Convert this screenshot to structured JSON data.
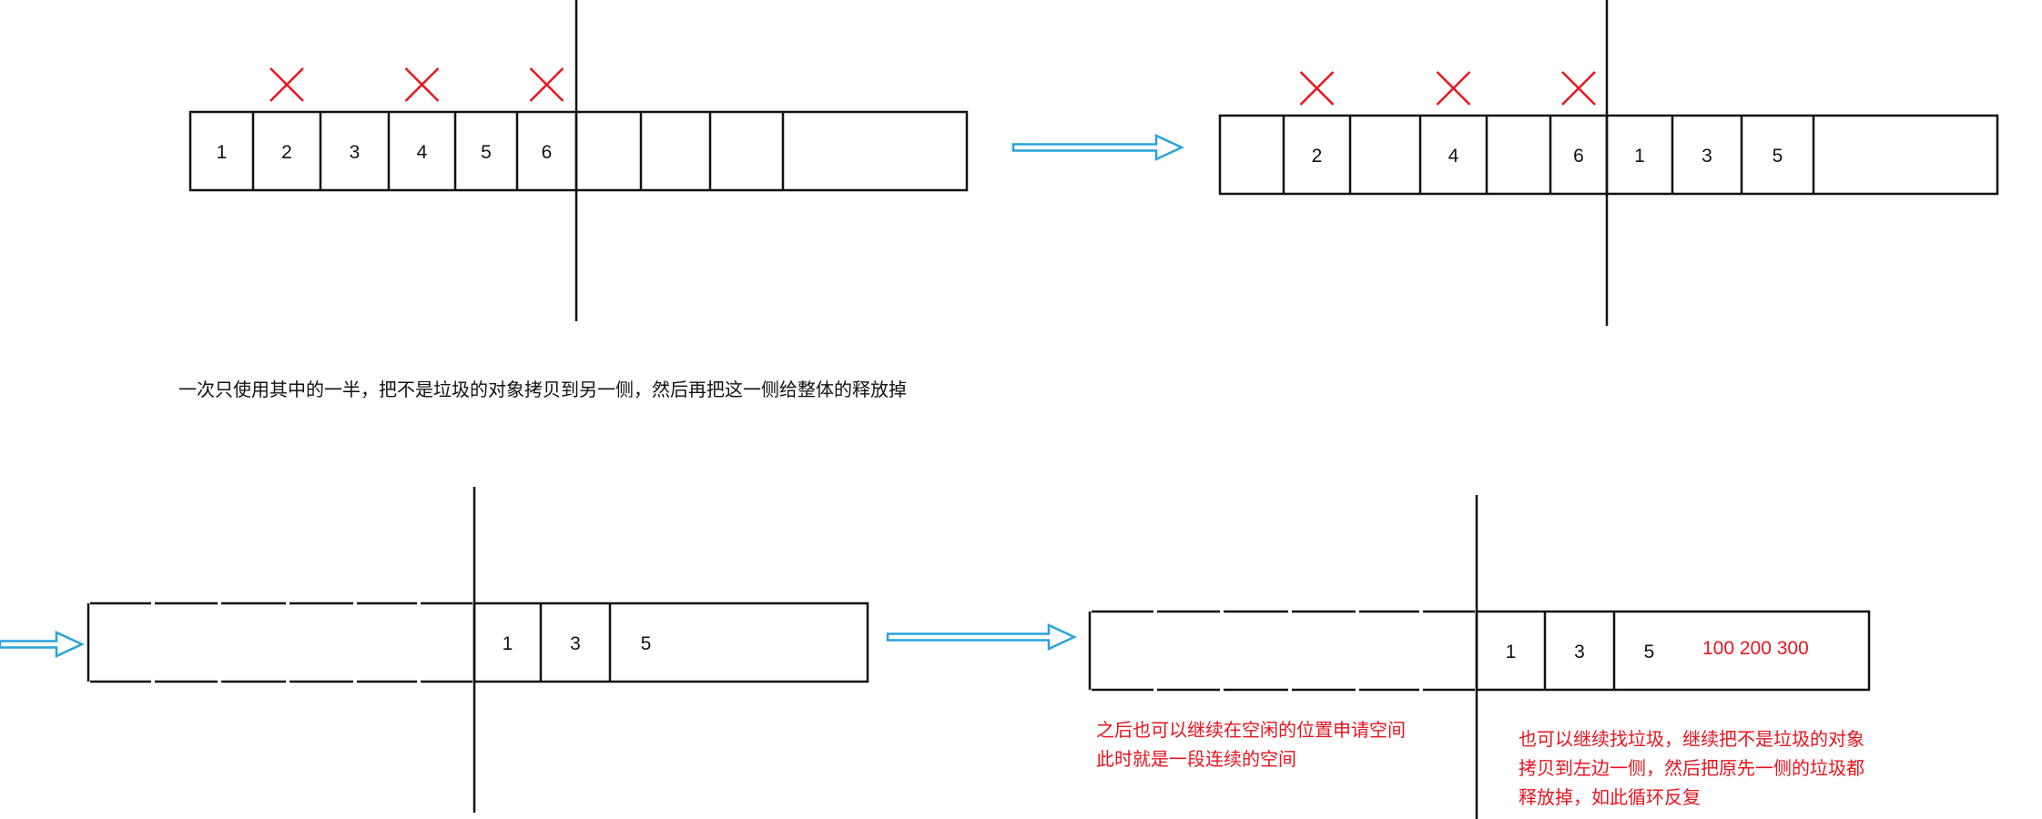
{
  "colors": {
    "line": "#111111",
    "cross": "#e8141e",
    "arrow": "#29a3dc",
    "note": "#e8141e"
  },
  "diagram_1": {
    "cells": [
      "1",
      "2",
      "3",
      "4",
      "5",
      "6",
      "",
      "",
      "",
      ""
    ],
    "crossed": [
      "2",
      "4",
      "6"
    ]
  },
  "diagram_2": {
    "cells": [
      "",
      "2",
      "",
      "4",
      "",
      "6",
      "1",
      "3",
      "5",
      ""
    ],
    "crossed": [
      "2",
      "4",
      "6"
    ]
  },
  "diagram_3": {
    "cells": [
      "",
      "",
      "",
      "",
      "",
      "",
      "1",
      "3",
      "5",
      ""
    ]
  },
  "diagram_4": {
    "cells": [
      "",
      "",
      "",
      "",
      "",
      "",
      "1",
      "3",
      "5",
      ""
    ],
    "extra_values": "100 200 300"
  },
  "caption": "一次只使用其中的一半，把不是垃圾的对象拷贝到另一侧，然后再把这一侧给整体的释放掉",
  "note_left": [
    "之后也可以继续在空闲的位置申请空间",
    "此时就是一段连续的空间"
  ],
  "note_right": [
    "也可以继续找垃圾，继续把不是垃圾的对象",
    "拷贝到左边一侧，然后把原先一侧的垃圾都",
    "释放掉，如此循环反复"
  ]
}
